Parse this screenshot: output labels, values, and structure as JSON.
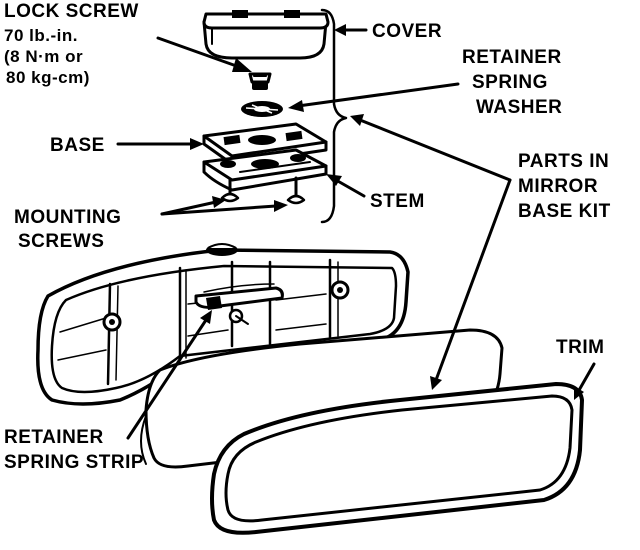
{
  "labels": {
    "lock_screw": [
      "LOCK SCREW",
      "70 lb.-in.",
      "(8 N·m or",
      "80 kg-cm)"
    ],
    "cover": "COVER",
    "retainer_spring_washer": [
      "RETAINER",
      "SPRING",
      "WASHER"
    ],
    "base": "BASE",
    "parts_in_mirror_base_kit": [
      "PARTS IN",
      "MIRROR",
      "BASE KIT"
    ],
    "stem": "STEM",
    "mounting_screws": [
      "MOUNTING",
      "SCREWS"
    ],
    "trim": "TRIM",
    "retainer_spring_strip": [
      "RETAINER",
      "SPRING STRIP"
    ]
  }
}
